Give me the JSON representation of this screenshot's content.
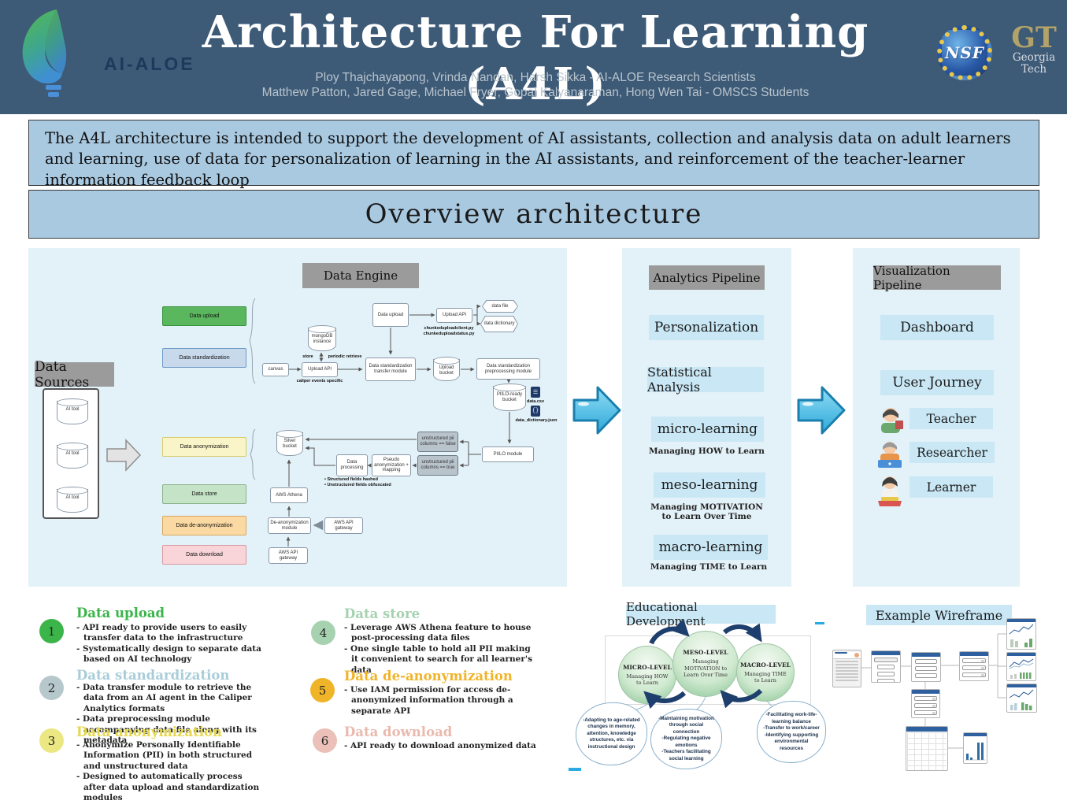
{
  "header": {
    "logo": "AI-ALOE",
    "title": "Architecture For Learning (A4L)",
    "authors1": "Ploy Thajchayapong, Vrinda Nandan, Harsh Sikka - AI-ALOE Research Scientists",
    "authors2": "Matthew Patton, Jared Gage, Michael Fryer, Gopal Kalyanaraman, Hong Wen Tai - OMSCS Students",
    "nsf": "NSF",
    "gt_mark": "GT",
    "gt_name1": "Georgia",
    "gt_name2": "Tech"
  },
  "abstract": {
    "text": "The A4L architecture is intended to support the development of AI assistants, collection and analysis data on adult learners and learning, use of data for personalization of learning in the AI assistants, and reinforcement of the teacher-learner information feedback loop"
  },
  "overview": {
    "title": "Overview architecture"
  },
  "engine": {
    "title": "Data Engine",
    "sources_title": "Data Sources",
    "sources": [
      "AI tool",
      "AI tool",
      "AI tool"
    ],
    "stages": [
      {
        "label": "Data upload"
      },
      {
        "label": "Data standardization"
      },
      {
        "label": "Data anonymization"
      },
      {
        "label": "Data store"
      },
      {
        "label": "Data de-anonymization"
      },
      {
        "label": "Data download"
      }
    ],
    "flow": {
      "canvas": "canvas",
      "upload_api": "Upload API",
      "caliper_note": "caliper events specific",
      "mongodb": "mongoDB instance",
      "store_lbl": "store",
      "retrieve_lbl": "periodic retrieve",
      "data_upload": "Data upload",
      "upload_api2": "Upload API",
      "chunked1": "chunkeduploadclient.py",
      "chunked2": "chunkeduploadstatus.py",
      "data_file": "data file",
      "data_dictionary": "data dictionary",
      "std_transfer": "Data standardization transfer module",
      "upload_bucket": "Upload bucket",
      "std_preproc": "Data standardization preprocessing module",
      "piilo_bucket": "PIILO-ready bucket",
      "csv_file": "data.csv",
      "json_file": "data_dictionary.json",
      "piilo_module": "PIILO module",
      "pii_false": "unstructured pii columns == false",
      "pii_true": "unstructured pii columns == true",
      "pseudo": "Pseudo anonymization + mapping",
      "data_processing": "Data processing",
      "note1": "Structured fields hashed",
      "note2": "Unstructured fields obfuscated",
      "silver_bucket": "Silver bucket",
      "aws_athena": "AWS Athena",
      "deanon_module": "De-anonymization module",
      "api_gateway_right": "AWS API gateway",
      "api_gateway_bottom": "AWS API gateway"
    }
  },
  "analytics": {
    "title": "Analytics Pipeline",
    "items": [
      {
        "label": "Personalization"
      },
      {
        "label": "Statistical Analysis"
      },
      {
        "label": "micro-learning",
        "caption": "Managing HOW to Learn"
      },
      {
        "label": "meso-learning",
        "caption": "Managing MOTIVATION to Learn Over Time"
      },
      {
        "label": "macro-learning",
        "caption": "Managing TIME to Learn"
      }
    ]
  },
  "viz": {
    "title": "Visualization Pipeline",
    "items": [
      {
        "label": "Dashboard"
      },
      {
        "label": "User Journey"
      },
      {
        "label": "Teacher",
        "icon": "teacher-icon"
      },
      {
        "label": "Researcher",
        "icon": "researcher-icon"
      },
      {
        "label": "Learner",
        "icon": "learner-icon"
      }
    ]
  },
  "modules": [
    {
      "num": "1",
      "title": "Data upload",
      "bullets": [
        "API ready to provide users to easily transfer data to the infrastructure",
        "Systematically design to separate data based on AI technology"
      ]
    },
    {
      "num": "2",
      "title": "Data standardization",
      "bullets": [
        "Data transfer module to retrieve the data from an AI agent in the Caliper Analytics formats",
        "Data preprocessing module accompanying data file along with its metadata"
      ]
    },
    {
      "num": "3",
      "title": "Data anonymization",
      "bullets": [
        "Anonymize Personally Identifiable Information (PII) in both structured and unstructured data",
        "Designed to automatically process after data upload and standardization modules"
      ]
    },
    {
      "num": "4",
      "title": "Data store",
      "bullets": [
        "Leverage AWS Athena feature to house post-processing data files",
        "One single table to hold all PII making it convenient to search for all learner's data"
      ]
    },
    {
      "num": "5",
      "title": "Data de-anonymization",
      "bullets": [
        "Use IAM permission for access de-anonymized information through a separate API"
      ]
    },
    {
      "num": "6",
      "title": "Data download",
      "bullets": [
        "API ready to download anonymized data"
      ]
    }
  ],
  "edu": {
    "title": "Educational Development",
    "levels": [
      {
        "name": "MICRO-LEVEL",
        "desc": "Managing HOW to Learn"
      },
      {
        "name": "MESO-LEVEL",
        "desc": "Managing MOTIVATION to Learn Over Time"
      },
      {
        "name": "MACRO-LEVEL",
        "desc": "Managing TIME to Learn"
      }
    ],
    "callouts": [
      {
        "lines": [
          "-Adapting to age-related changes in memory, attention, knowledge structures, etc. via instructional design"
        ]
      },
      {
        "lines": [
          "-Maintaining motivation through social connection",
          "-Regulating negative emotions",
          "-Teachers facilitating social learning"
        ]
      },
      {
        "lines": [
          "-Facilitating work-life- learning balance",
          "-Transfer to work/career",
          "-Identifying supporting environmental resources"
        ]
      }
    ]
  },
  "wireframe": {
    "title": "Example Wireframe"
  },
  "colors": {
    "header_bg": "#3d5a77",
    "band_bg": "#a9c9e1",
    "panel_bg": "#e3f1f8",
    "item_bg": "#c9e7f5",
    "navy": "#1e3f6d",
    "arrow_blue": "#2fa8d8",
    "stage_upload": "#5bb75e",
    "stage_standardization": "#c9d9ec",
    "stage_anonymization": "#faf5c8",
    "stage_store": "#c5e3c6",
    "stage_deanonymization": "#fbd9a2",
    "stage_download": "#f9d4d8"
  }
}
